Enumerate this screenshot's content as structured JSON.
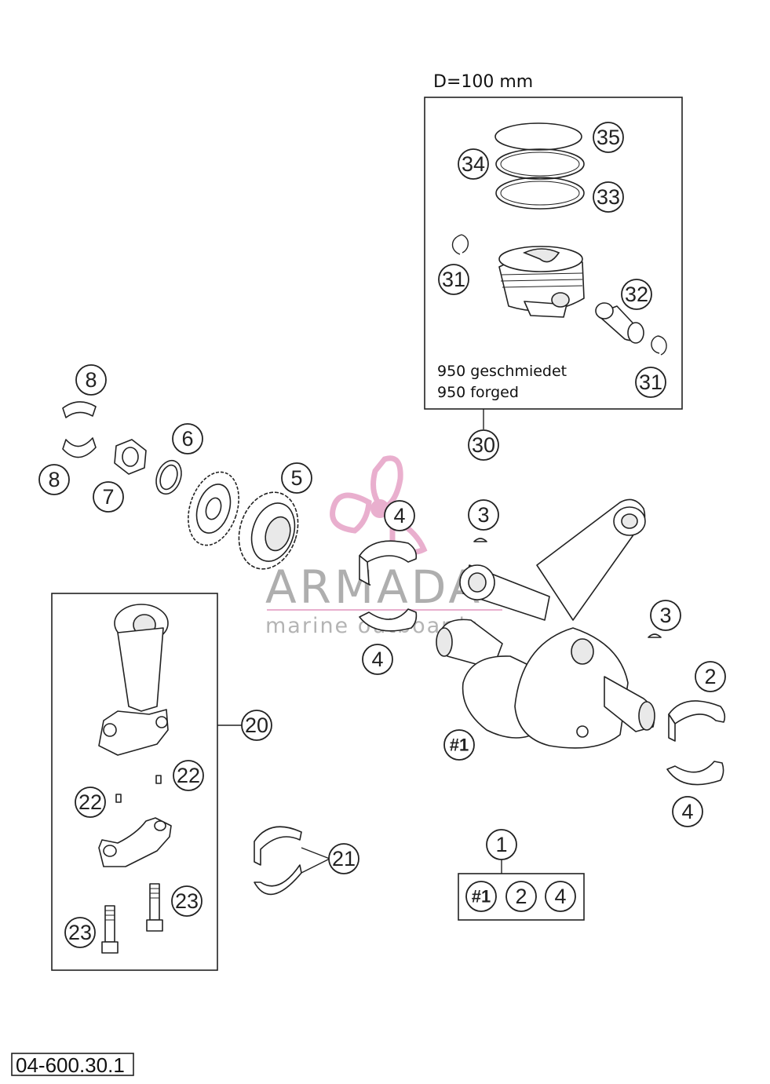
{
  "piston_kit": {
    "diameter_label": "D=100 mm",
    "note_line1": "950 geschmiedet",
    "note_line2": "950 forged"
  },
  "callouts": {
    "c1": "1",
    "c2": "2",
    "c3a": "3",
    "c3b": "3",
    "c4a": "4",
    "c4b": "4",
    "c4c": "4",
    "c5": "5",
    "c6": "6",
    "c7": "7",
    "c8a": "8",
    "c8b": "8",
    "c20": "20",
    "c21": "21",
    "c22a": "22",
    "c22b": "22",
    "c23a": "23",
    "c23b": "23",
    "c30": "30",
    "c31a": "31",
    "c31b": "31",
    "c32": "32",
    "c33": "33",
    "c34": "34",
    "c35": "35",
    "crank": "#1"
  },
  "kit_contents": [
    "#1",
    "2",
    "4"
  ],
  "reference_number": "04-600.30.1",
  "watermark": {
    "brand": "ARMADA",
    "tagline": "marine outboards",
    "accent_color": "#e6a2c6"
  }
}
